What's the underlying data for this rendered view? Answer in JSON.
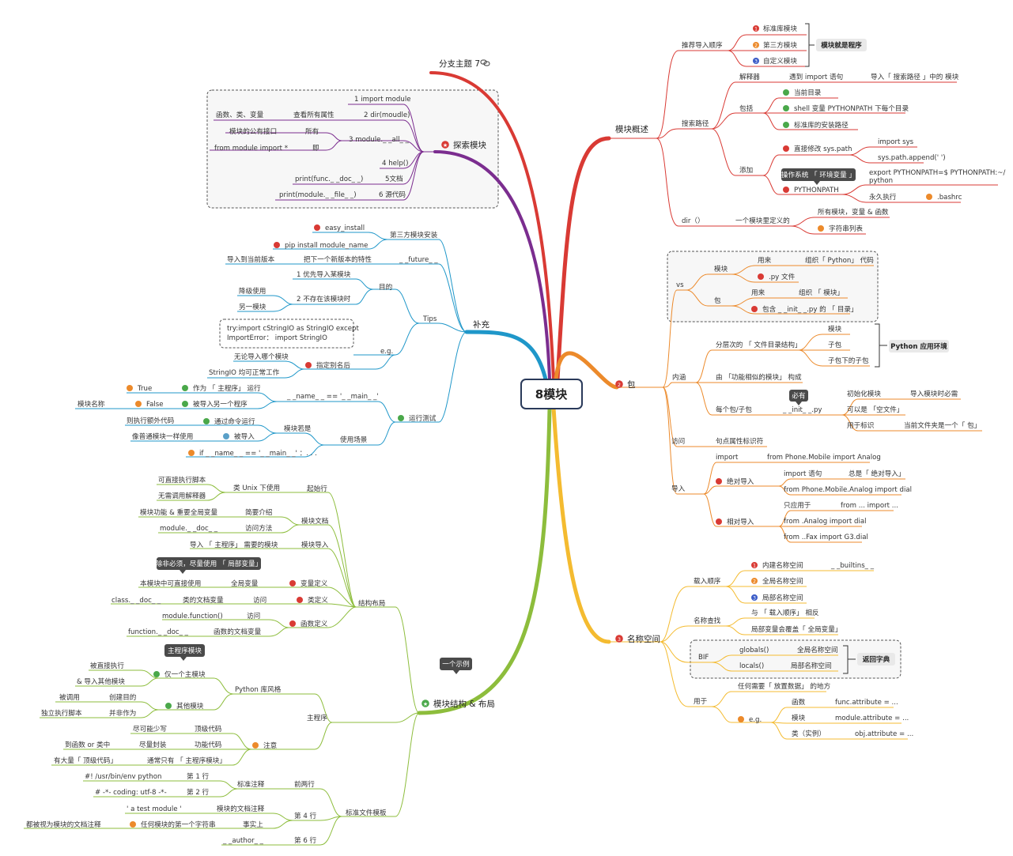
{
  "root": "8模块",
  "colors": {
    "red": "#d93a34",
    "orange": "#ec8a2b",
    "yellow": "#f4bb30",
    "green": "#8dbd3c",
    "teal": "#1f97c9",
    "purple": "#7b2d8f",
    "line": "#2a2a2a"
  },
  "ovw": {
    "title": "模块概述",
    "order": "推荐导入顺序",
    "o1": "标准库模块",
    "o2": "第三方模块",
    "o3": "自定义模块",
    "o_sum": "模块就是程序",
    "sp": "搜索路径",
    "interp": "解释器",
    "interp1": "遇到 import 语句",
    "interp2": "导入「 搜索路径 」中的 模块",
    "inc": "包括",
    "inc1": "当前目录",
    "inc2": "shell 变量 PYTHONPATH 下每个目录",
    "inc3": "标准库的安装路径",
    "add": "添加",
    "direct": "直接修改 sys.path",
    "imp_sys": "import sys",
    "append": "sys.path.append(' ')",
    "env": "操作系统 「 环境变量 」",
    "pp": "PYTHONPATH",
    "export1": "export PYTHONPATH=$ PYTHONPATH:~/",
    "export2": "python",
    "perm": "永久执行",
    "bashrc": ".bashrc",
    "dir": "dir（）",
    "dir1": "一个模块里定义的",
    "dir2": "所有模块，变量 & 函数",
    "dir3": "字符串列表"
  },
  "pkg": {
    "title": "包",
    "vs": "vs",
    "mod": "模块",
    "use1": "用来",
    "use1b": "组织「 Python」 代码",
    "pyfile": ".py 文件",
    "bao": "包",
    "use2": "用来",
    "use2b": "组织 「 模块」",
    "contains": "包含 _ _init_ _.py 的 「 目录」",
    "meaning": "内涵",
    "tree": "分层次的 「 文件目录结构」",
    "t1": "模块",
    "t2": "子包",
    "t3": "子包下的子包",
    "t_sum": "Python 应用环境",
    "made": "由 「功能相似的模块」 构成",
    "each": "每个包/子包",
    "must": "必有",
    "init": "_ _init_ _.py",
    "i1": "初始化模块",
    "i1b": "导入模块时必需",
    "i2": "可以是 「空文件」",
    "i3": "用于标识",
    "i3b": "当前文件夹是一个「 包」",
    "access": "访问",
    "access1": "句点属性标识符",
    "imp": "导入",
    "import": "import",
    "importv": "from Phone.Mobile import Analog",
    "abs": "绝对导入",
    "abs1": "import 语句",
    "abs1b": "总是「 绝对导入」",
    "abs2": "from Phone.Mobile.Analog  import dial",
    "rel": "相对导入",
    "rel1": "只应用于",
    "rel1b": "from ... import ...",
    "rel2": "from  .Analog import dial",
    "rel3": "from ..Fax import G3.dial"
  },
  "ns": {
    "title": "名称空间",
    "load": "载入顺序",
    "l1": "内建名称空间",
    "l1b": "_ _builtins_ _",
    "l2": "全局名称空间",
    "l3": "局部名称空间",
    "find": "名称查找",
    "f1": "与 「 载入顺序」 相反",
    "f2": "局部变量会覆盖「 全局变量」",
    "bif": "BIF",
    "g": "globals()",
    "gb": "全局名称空间",
    "lc": "locals()",
    "lcb": "局部名称空间",
    "bif_sum": "返回字典",
    "use": "用于",
    "use1": "任何需要「 放置数据」 的地方",
    "eg": "e.g.",
    "fn": "函数",
    "fnb": "func.attribute = ...",
    "md": "模块",
    "mdb": "module.attribute = ...",
    "cls": "类（实例）",
    "clsb": "obj.attribute = ..."
  },
  "branch7": {
    "title": "分支主题 7"
  },
  "explore": {
    "title": "探索模块",
    "e1": "1 import module",
    "e2": "2 dir(moudle)",
    "e2a": "查看所有属性",
    "e2b": "函数、类、变量",
    "e3": "3 module._ _all_ _",
    "e3a": "所有",
    "e3b": "模块的公有接口",
    "e3c": "即",
    "e3d": "from module import  *",
    "e4": "4 help()",
    "e5": "5文档",
    "e5a": "print(func._ _doc_ _)",
    "e6": "6 源代码",
    "e6a": "print(module._ _file_ _)"
  },
  "sup": {
    "title": "补充",
    "third": "第三方模块安装",
    "t1": "easy_install",
    "t2": "pip install module_name",
    "future": "_ _future_ _",
    "f1": "把下一个新版本的特性",
    "f2": "导入到当前版本",
    "tips": "Tips",
    "aim": "目的",
    "a1": "1 优先导入某模块",
    "a2": "2 不存在该模块时",
    "a2a": "降级使用",
    "a2b": "另一模块",
    "eg": "e.g.",
    "code1": "try:import cStringIO as StringIO except",
    "code2": "ImportError：  import StringIO",
    "alias": "指定别名后",
    "al1": "无论导入哪个模块",
    "al2": "StringIO 均可正常工作",
    "run": "运行测试",
    "nm": "_ _name_ _ == '_ _main_ _'",
    "nm1": "作为 「 主程序」 运行",
    "nm1v": "True",
    "nm2": "被导入另一个程序",
    "nm2v": "False",
    "nm2n": "模块名称",
    "scene": "使用场景",
    "mod_if": "模块若是",
    "run_ex": "通过命令运行",
    "run_ex1": "则执行额外代码",
    "imported": "被导入",
    "imported1": "像普通模块一样使用",
    "ifmain": "if  _ _name_ _ == '_ _main_ _' ：. . ."
  },
  "struct": {
    "title": "模块结构 & 布局",
    "example": "一个示例",
    "layout": "结构布局",
    "start": "起始行",
    "unix": "类 Unix 下使用",
    "unix1": "可直接执行脚本",
    "unix2": "无需调用解释器",
    "doc": "模块文档",
    "brief": "简要介绍",
    "brief1": "模块功能 & 重要全局变量",
    "acc": "访问方法",
    "acc1": "module._ _doc_ _",
    "imp": "模块导入",
    "imp1": "导入 「 主程序」 需要的模块",
    "var": "变量定义",
    "tip1": "除非必须，尽量使用 「 局部变量」",
    "gv": "全局变量",
    "gv1": "本模块中可直接使用",
    "cls": "类定义",
    "cls_acc": "访问",
    "cls_acc1": "类的文档变量",
    "cls_acc2": "class._ _doc_ _",
    "fn": "函数定义",
    "fn_acc": "访问",
    "fn_acc1": "module.function()",
    "fn_acc2": "函数的文档变量",
    "fn_acc3": "function._ _doc_ _",
    "main": "主程序",
    "lib": "Python 库风格",
    "tip2": "主程序模块",
    "only": "仅一个主模块",
    "o1": "被直接执行",
    "o2": "& 导入其他模块",
    "other": "其他模块",
    "ot1": "创建目的",
    "ot1a": "被调用",
    "ot2": "并非作为",
    "ot2a": "独立执行脚本",
    "note": "注意",
    "top": "顶级代码",
    "top1": "尽可能少写",
    "fc": "功能代码",
    "fc1": "尽量封装",
    "fc1a": "到函数 or 类中",
    "only_main": "通常只有 「 主程序模块」",
    "only_main1": "有大量「 顶级代码」",
    "tpl": "标准文件模板",
    "two": "前两行",
    "std": "标准注释",
    "s1": "第 1 行",
    "s1a": "#!  /usr/bin/env python",
    "s2": "第 2 行",
    "s2a": "# -*- coding: utf-8 -*-",
    "l4": "第 4 行",
    "l4a": "模块的文档注释",
    "l4b": "' a  test module '",
    "l4c": "事实上",
    "l4d": "任何模块的第一个字符串",
    "l4e": "都被视为模块的文档注释",
    "l6": "第 6 行",
    "l6a": "_ _author_ _"
  }
}
